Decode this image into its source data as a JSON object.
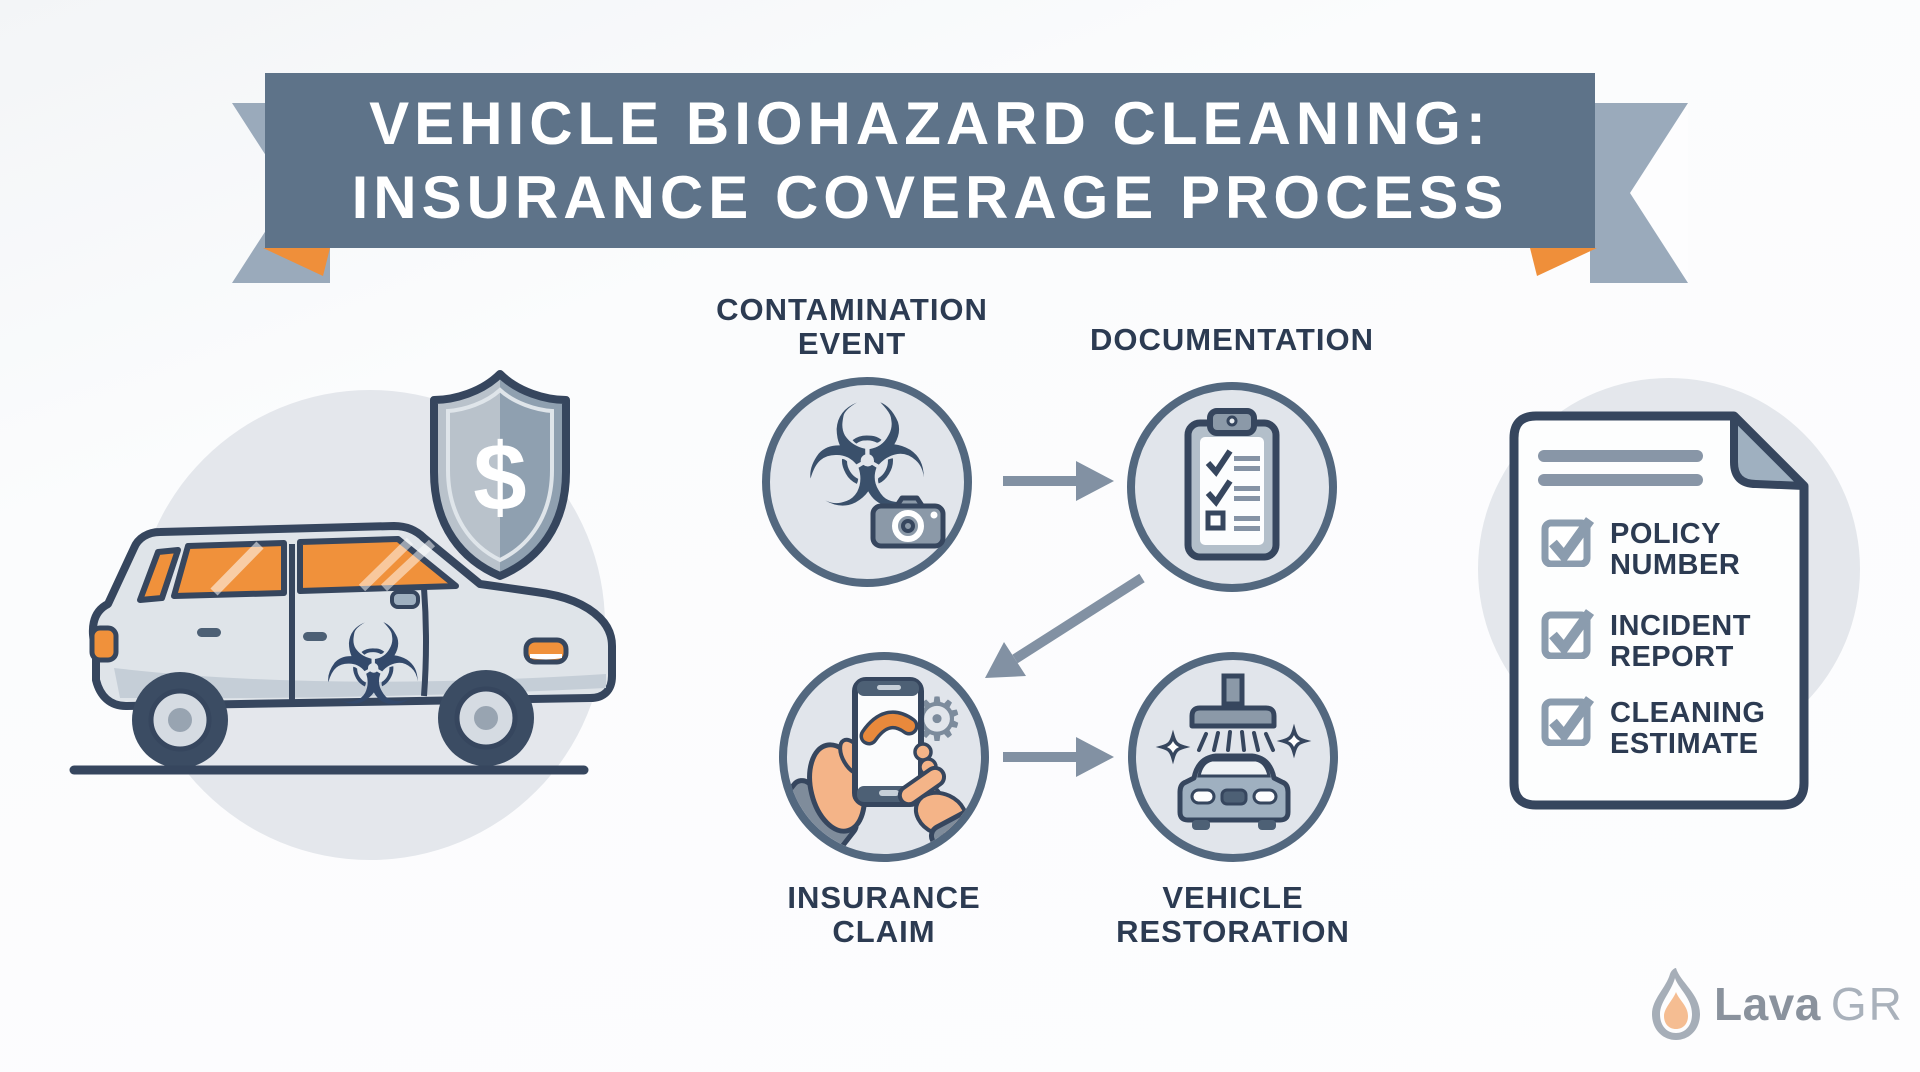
{
  "header": {
    "title_line1": "VEHICLE BIOHAZARD CLEANING:",
    "title_line2": "INSURANCE COVERAGE PROCESS"
  },
  "flow": {
    "steps": [
      {
        "label_line1": "CONTAMINATION",
        "label_line2": "EVENT",
        "icon": "biohazard-camera-icon"
      },
      {
        "label_line1": "DOCUMENTATION",
        "label_line2": "",
        "icon": "clipboard-checklist-icon"
      },
      {
        "label_line1": "INSURANCE",
        "label_line2": "CLAIM",
        "icon": "phone-claim-icon"
      },
      {
        "label_line1": "VEHICLE",
        "label_line2": "RESTORATION",
        "icon": "car-wash-icon"
      }
    ],
    "arrows": [
      {
        "from": "contamination-event",
        "to": "documentation"
      },
      {
        "from": "documentation",
        "to": "insurance-claim"
      },
      {
        "from": "insurance-claim",
        "to": "vehicle-restoration"
      }
    ]
  },
  "document_checklist": {
    "items": [
      {
        "line1": "POLICY",
        "line2": "NUMBER"
      },
      {
        "line1": "INCIDENT",
        "line2": "REPORT"
      },
      {
        "line1": "CLEANING",
        "line2": "ESTIMATE"
      }
    ]
  },
  "illustration": {
    "shield_symbol": "$",
    "biohazard_glyph": "☣",
    "gear_glyph": "⚙"
  },
  "logo": {
    "name": "Lava",
    "suffix": "GR"
  },
  "colors": {
    "banner": "#5e7389",
    "tail": "#9aaabb",
    "orange": "#ef8f3a",
    "navy": "#36465e",
    "label": "#2c3b52",
    "circle-fill": "#e1e5eb",
    "circle-border": "#53687f",
    "arrow": "#8291a3",
    "blob": "#e4e7ec",
    "box": "#8b9cae"
  }
}
